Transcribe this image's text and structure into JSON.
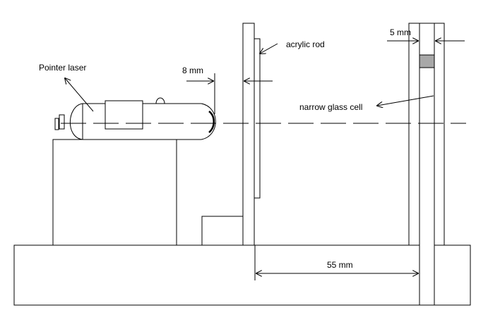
{
  "labels": {
    "pointer_laser": "Pointer laser",
    "acrylic_rod": "acrylic rod",
    "gap_8mm": "8 mm",
    "gap_5mm": "5 mm",
    "narrow_glass_cell": "narrow glass cell",
    "distance_55mm": "55 mm"
  },
  "colors": {
    "line": "#000000",
    "background": "#ffffff",
    "cell_fill": "#a8a8a8"
  }
}
